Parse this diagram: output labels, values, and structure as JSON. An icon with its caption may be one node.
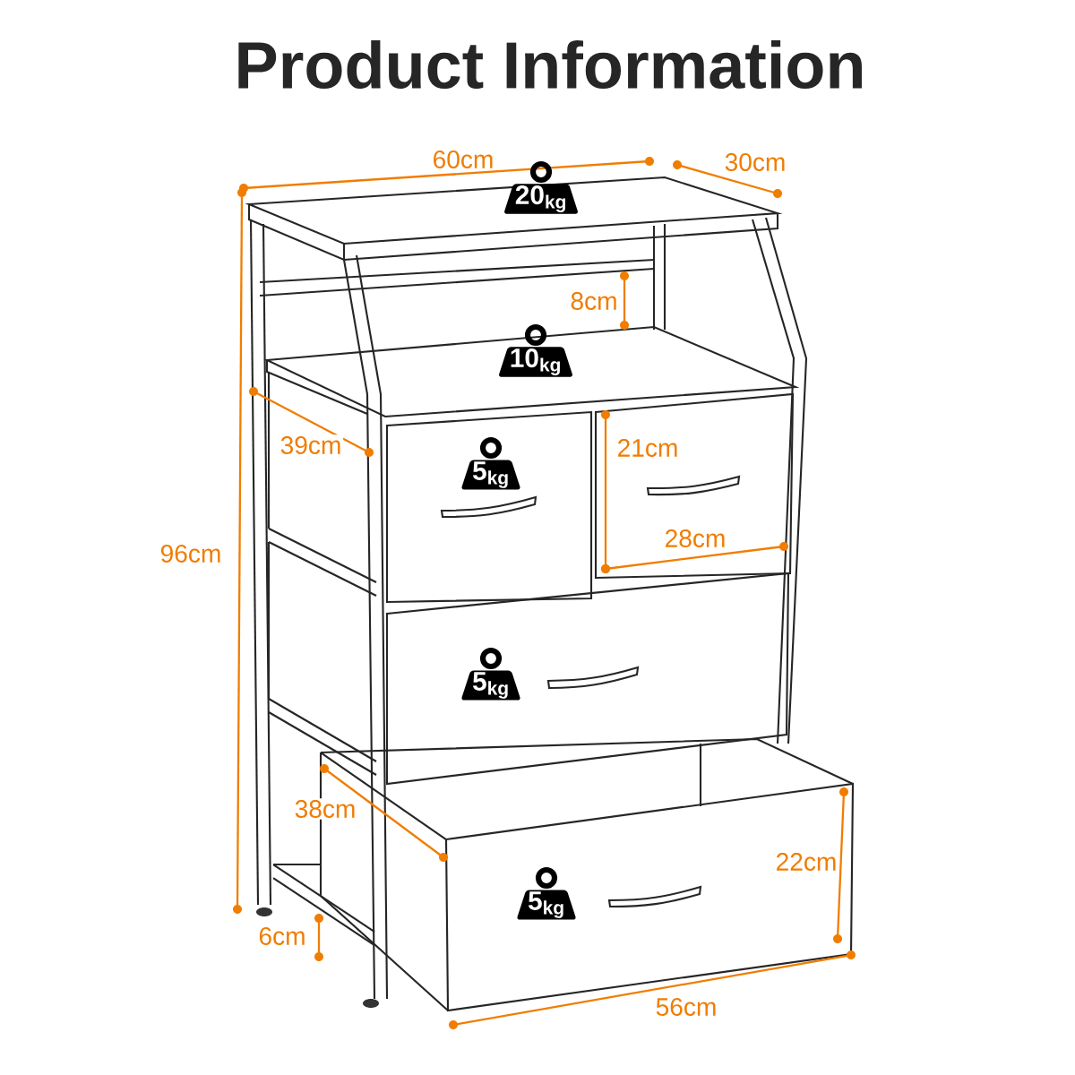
{
  "diagram": {
    "title": "Product Information",
    "nodes": [
      {
        "text": [
          "20$_{kg}$"
        ]
      },
      {
        "text": [
          "10$_{kg}$"
        ]
      },
      {
        "text": [
          "5$_{kg}$"
        ]
      },
      {
        "text": [
          "5$_{kg}$"
        ]
      },
      {
        "text": [
          "5$_{kg}$"
        ]
      }
    ],
    "labels": [
      "60cm",
      "30cm",
      "8cm",
      "39cm",
      "21cm",
      "96cm",
      "28cm",
      "38cm",
      "22cm",
      "6cm",
      "56cm"
    ]
  }
}
